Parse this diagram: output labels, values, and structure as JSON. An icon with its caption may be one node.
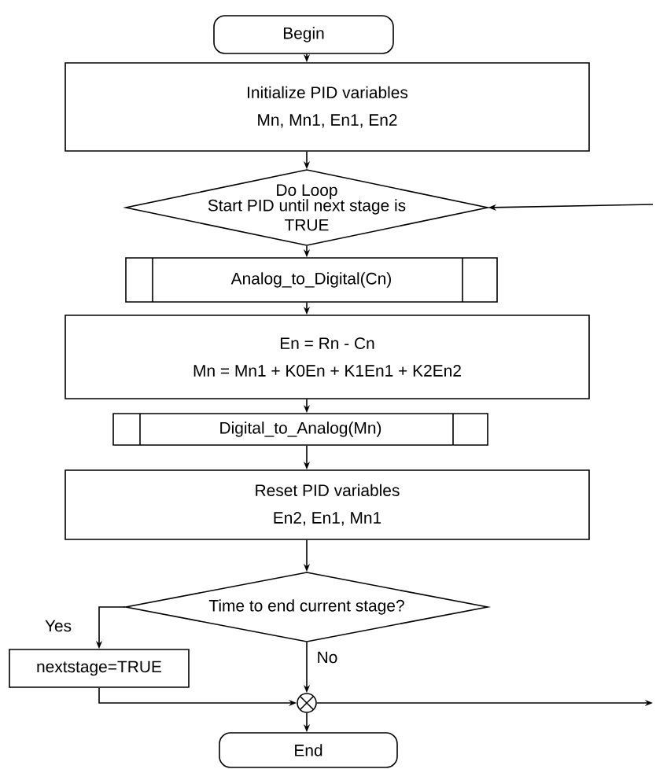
{
  "diagram": {
    "nodes": [
      {
        "text": [
          "Begin"
        ]
      },
      {
        "text": [
          "Initialize PID variables",
          "Mn, Mn1, En1, En2"
        ]
      },
      {
        "text": [
          "Do Loop",
          "Start PID until next stage is TRUE"
        ]
      },
      {
        "text": [
          "Analog_to_Digital(Cn)"
        ]
      },
      {
        "text": [
          "En = Rn - Cn",
          "Mn = Mn1 + K0En + K1En1 + K2En2"
        ]
      },
      {
        "text": [
          "Digital_to_Analog(Mn)"
        ]
      },
      {
        "text": [
          "Reset PID variables",
          "En2, En1, Mn1"
        ]
      },
      {
        "text": [
          "Time to end current stage?"
        ]
      },
      {
        "text": [
          "nextstage=TRUE"
        ]
      },
      {
        "text": [],
        "shape": "circle"
      },
      {
        "text": [
          "End"
        ]
      }
    ],
    "edges": [
      {
        "from": 0,
        "to": 1,
        "arrow": "to"
      },
      {
        "from": 1,
        "to": 2,
        "arrow": "to"
      },
      {
        "from": 2,
        "to": 3,
        "arrow": "to"
      },
      {
        "from": 3,
        "to": 4,
        "arrow": "to"
      },
      {
        "from": 4,
        "to": 5,
        "arrow": "to"
      },
      {
        "from": 5,
        "to": 6,
        "arrow": "to"
      },
      {
        "from": 6,
        "to": 7,
        "arrow": "to"
      },
      {
        "from": 7,
        "to": 8,
        "arrow": "to",
        "label": "Yes"
      },
      {
        "from": 7,
        "to": 9,
        "arrow": "to",
        "label": "No"
      },
      {
        "from": 8,
        "to": 9,
        "arrow": "to"
      },
      {
        "from": 9,
        "to": 10,
        "arrow": "to"
      },
      {
        "from": 9,
        "to": null,
        "arrow": "to"
      },
      {
        "from": null,
        "to": 2,
        "arrow": "to"
      }
    ]
  }
}
